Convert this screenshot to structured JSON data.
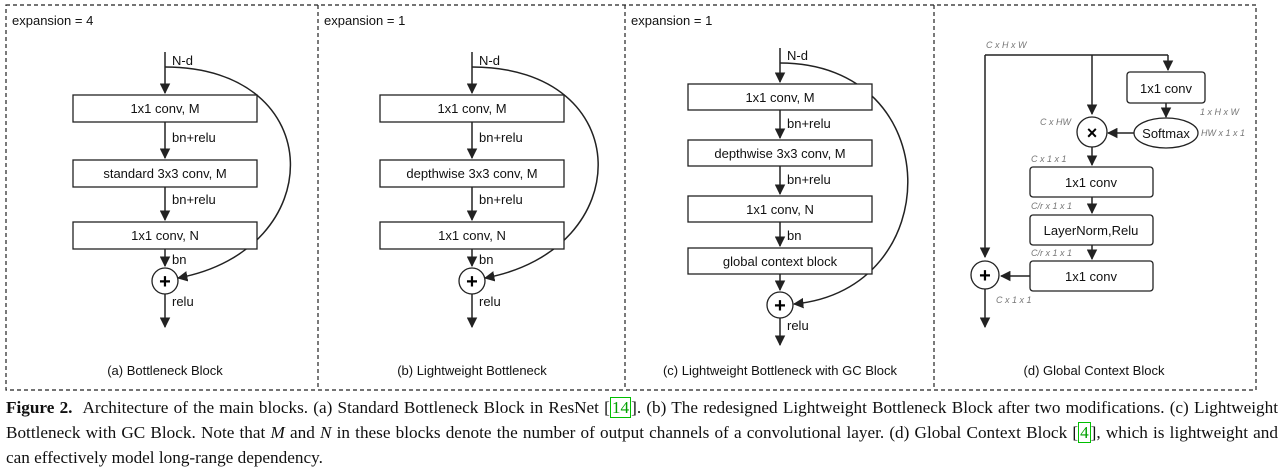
{
  "panels": [
    {
      "header": "expansion = 4",
      "input_label": "N-d",
      "boxes": [
        "1x1 conv, M",
        "standard 3x3 conv, M",
        "1x1 conv, N"
      ],
      "arrow_labels": [
        "bn+relu",
        "bn+relu",
        "bn"
      ],
      "output_label": "relu",
      "caption": "(a) Bottleneck Block"
    },
    {
      "header": "expansion = 1",
      "input_label": "N-d",
      "boxes": [
        "1x1 conv, M",
        "depthwise 3x3 conv, M",
        "1x1 conv, N"
      ],
      "arrow_labels": [
        "bn+relu",
        "bn+relu",
        "bn"
      ],
      "output_label": "relu",
      "caption": "(b) Lightweight Bottleneck"
    },
    {
      "header": "expansion = 1",
      "input_label": "N-d",
      "boxes": [
        "1x1 conv, M",
        "depthwise 3x3 conv, M",
        "1x1 conv, N",
        "global context block"
      ],
      "arrow_labels": [
        "bn+relu",
        "bn+relu",
        "bn"
      ],
      "output_label": "relu",
      "caption": "(c) Lightweight Bottleneck with GC Block"
    }
  ],
  "gc_block": {
    "input_dim": "C x H x W",
    "conv_mask": "1x1 conv",
    "mask_dim": "1 x H x W",
    "softmax": "Softmax",
    "softmax_dim": "HW x 1 x 1",
    "reshape_dim": "C x HW",
    "pooled_dim": "C x 1 x 1",
    "conv1": "1x1 conv",
    "conv1_dim": "C/r x 1 x 1",
    "layernorm": "LayerNorm,Relu",
    "ln_dim": "C/r x 1 x 1",
    "conv2": "1x1 conv",
    "out_dim": "C x 1 x 1",
    "caption": "(d) Global Context Block"
  },
  "caption": {
    "label": "Figure 2.",
    "p1": "Architecture of the main blocks. (a) Standard Bottleneck Block in ResNet [",
    "ref1": "14",
    "p2": "]. (b) The redesigned Lightweight Bottleneck Block after two modifications. (c) Lightweight Bottleneck with GC Block. Note that ",
    "m": "M",
    "p3": " and ",
    "n": "N",
    "p4": " in these blocks denote the number of output channels of a convolutional layer. (d) Global Context Block [",
    "ref2": "4",
    "p5": "], which is lightweight and can effectively model long-range dependency."
  }
}
